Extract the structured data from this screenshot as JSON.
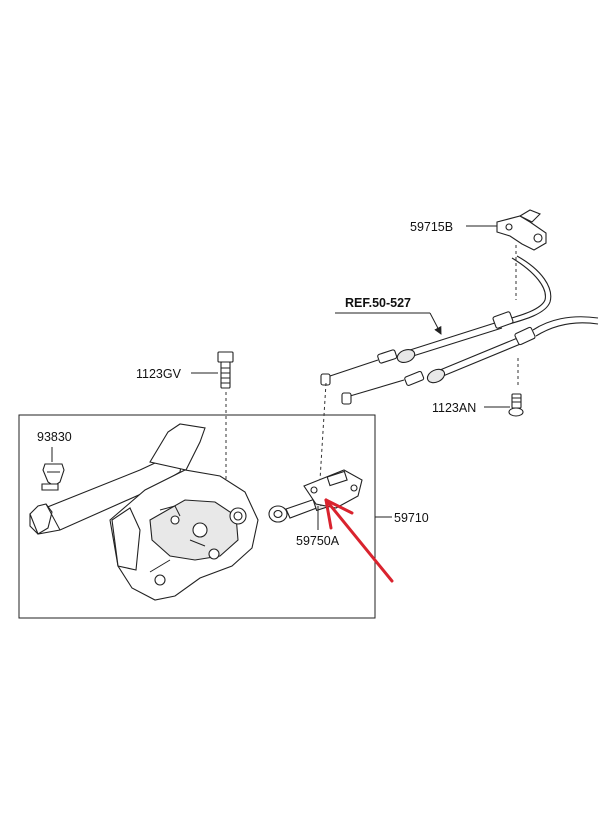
{
  "labels": {
    "p59715B": "59715B",
    "ref": "REF.50-527",
    "p1123GV": "1123GV",
    "p1123AN": "1123AN",
    "p93830": "93830",
    "p59710": "59710",
    "p59750A": "59750A"
  },
  "colors": {
    "annotation_arrow": "#d9232e",
    "line": "#222222",
    "background": "#ffffff"
  },
  "icons": {
    "annotation": "red-arrow-icon"
  }
}
